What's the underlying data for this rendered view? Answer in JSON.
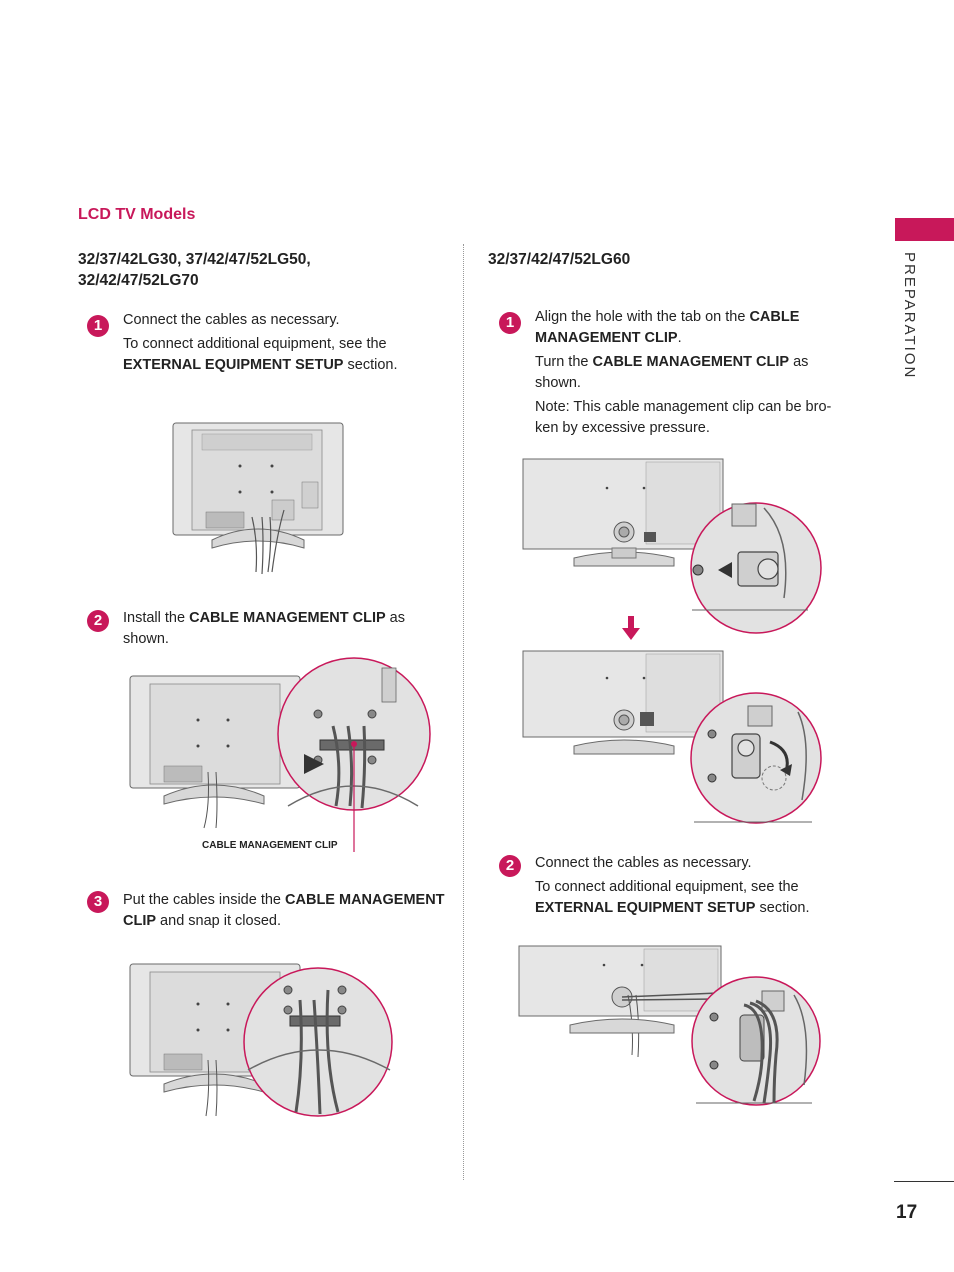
{
  "section_title": "LCD TV Models",
  "side_label": "PREPARATION",
  "page_number": "17",
  "left": {
    "model_line1": "32/37/42LG30, 37/42/47/52LG50,",
    "model_line2": "32/42/47/52LG70",
    "step1": {
      "num": "1",
      "line1": "Connect the cables as necessary.",
      "line2": "To connect additional equipment, see the",
      "line3_bold": "EXTERNAL EQUIPMENT SETUP",
      "line3_rest": " section."
    },
    "step2": {
      "num": "2",
      "pre": "Install the ",
      "bold": "CABLE MANAGEMENT CLIP",
      "post": " as",
      "line2": "shown.",
      "callout": "CABLE MANAGEMENT CLIP"
    },
    "step3": {
      "num": "3",
      "pre": "Put the cables inside the ",
      "bold1": "CABLE MANAGEMENT",
      "bold2": "CLIP",
      "post": " and snap it closed."
    }
  },
  "right": {
    "model_line1": "32/37/42/47/52LG60",
    "step1": {
      "num": "1",
      "line1_pre": "Align the hole with the tab on the ",
      "line1_bold": "CABLE",
      "line2_bold": "MANAGEMENT CLIP",
      "line2_post": ".",
      "line3_pre": "Turn the ",
      "line3_bold": "CABLE MANAGEMENT CLIP",
      "line3_post": " as",
      "line4": "shown.",
      "line5": "Note: This cable management clip can be bro-",
      "line6": "ken by excessive pressure."
    },
    "step2": {
      "num": "2",
      "line1": "Connect the cables as necessary.",
      "line2": "To connect additional equipment, see the",
      "line3_bold": "EXTERNAL EQUIPMENT SETUP",
      "line3_rest": " section."
    }
  },
  "colors": {
    "accent": "#c8185a",
    "tv_body": "#e6e6e6",
    "tv_outline": "#6a6a6a"
  }
}
